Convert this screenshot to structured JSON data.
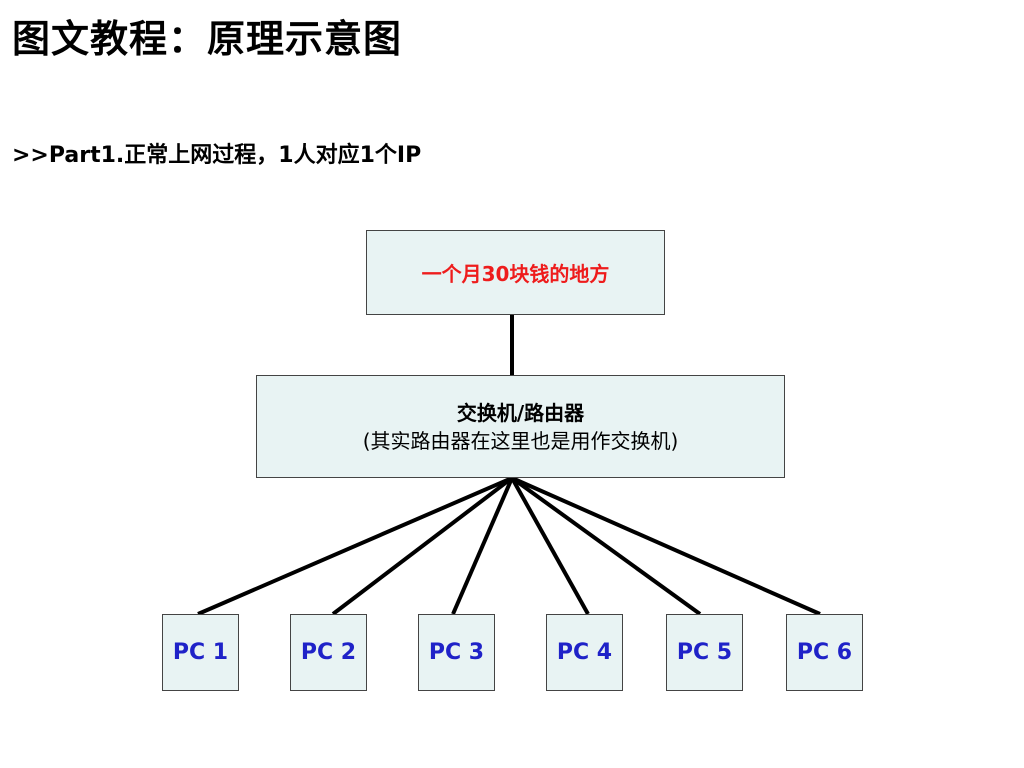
{
  "title": "图文教程：原理示意图",
  "subtitle": ">>Part1.正常上网过程，1人对应1个IP",
  "diagram": {
    "top_node": {
      "label": "一个月30块钱的地方",
      "text_color": "#ee1c1c"
    },
    "hub_node": {
      "title": "交换机/路由器",
      "note": "(其实路由器在这里也是用作交换机)"
    },
    "pcs": [
      {
        "label": "PC 1"
      },
      {
        "label": "PC 2"
      },
      {
        "label": "PC 3"
      },
      {
        "label": "PC 4"
      },
      {
        "label": "PC 5"
      },
      {
        "label": "PC 6"
      }
    ],
    "colors": {
      "box_fill": "#e8f3f3",
      "pc_label": "#1f22c8",
      "line": "#000000"
    }
  }
}
